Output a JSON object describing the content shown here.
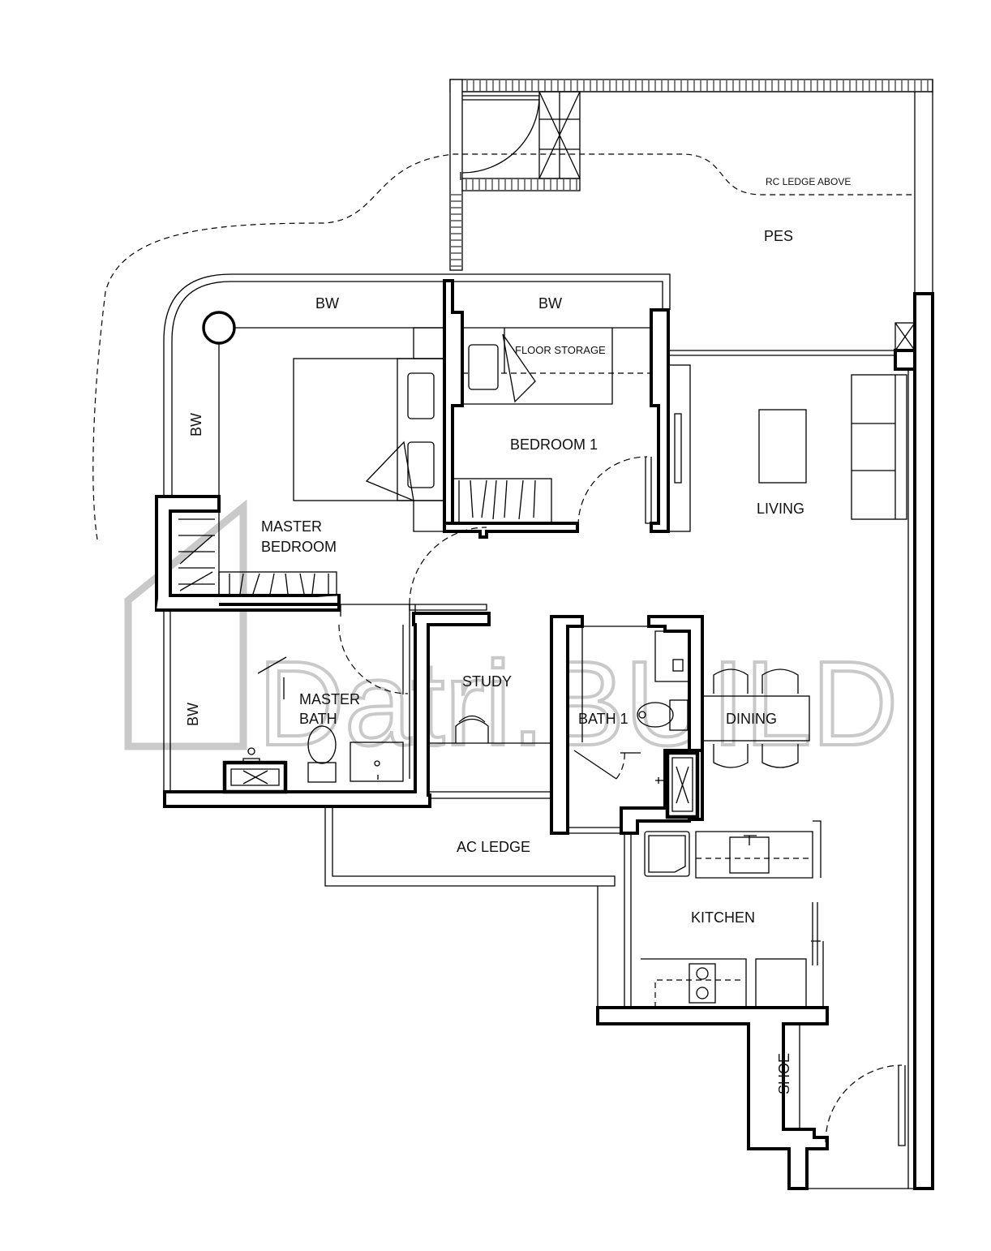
{
  "floorplan": {
    "rooms": {
      "pes": "PES",
      "rc_ledge": "RC LEDGE ABOVE",
      "bw_top_left": "BW",
      "bw_top_right": "BW",
      "bw_left_upper": "BW",
      "bw_left_lower": "BW",
      "floor_storage": "FLOOR STORAGE",
      "bedroom1": "BEDROOM 1",
      "living": "LIVING",
      "master_bedroom_l1": "MASTER",
      "master_bedroom_l2": "BEDROOM",
      "study": "STUDY",
      "master_bath_l1": "MASTER",
      "master_bath_l2": "BATH",
      "bath1": "BATH 1",
      "dining": "DINING",
      "ac_ledge": "AC LEDGE",
      "kitchen": "KITCHEN",
      "shoe": "SHOE"
    },
    "watermark": {
      "text": "Datri.BUILD"
    }
  }
}
